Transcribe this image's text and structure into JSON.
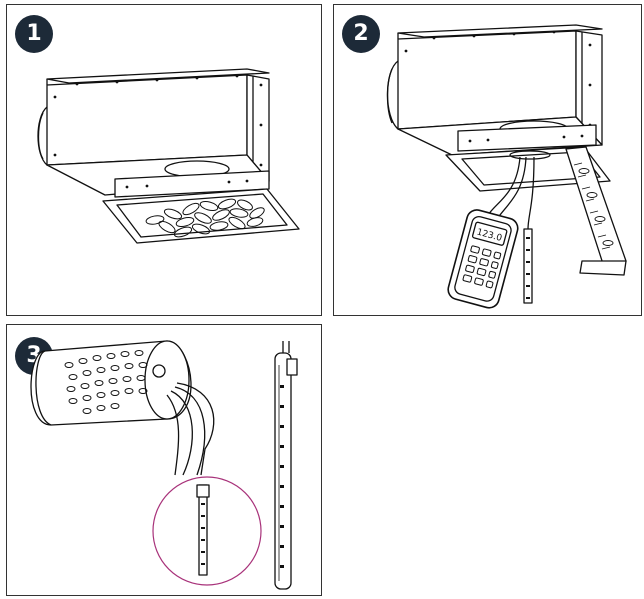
{
  "steps": [
    {
      "number": "1"
    },
    {
      "number": "2",
      "meter_display": "123.0"
    },
    {
      "number": "3"
    }
  ],
  "colors": {
    "badge": "#1d2a38",
    "line": "#111111",
    "magnifier_circle": "#a8327a"
  }
}
